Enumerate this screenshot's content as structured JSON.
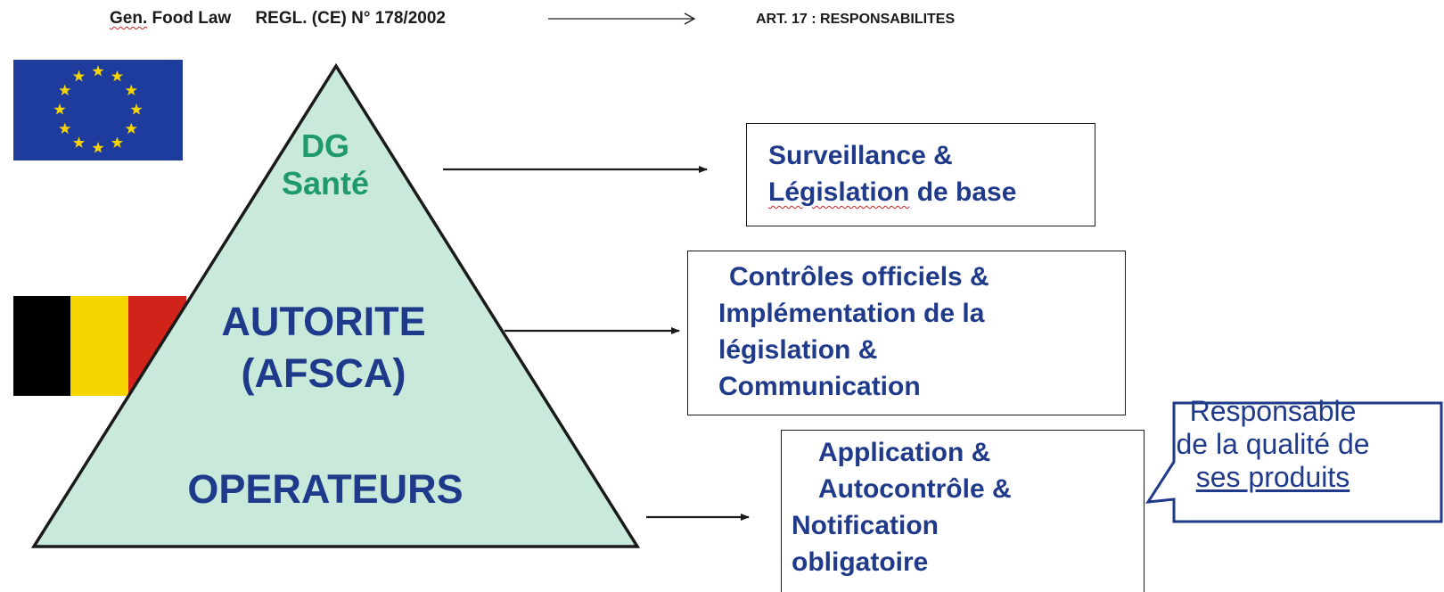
{
  "header": {
    "gen": "Gen.",
    "food_law": "Food Law",
    "regulation": "REGL. (CE) N° 178/2002",
    "article": "ART. 17 : RESPONSABILITES"
  },
  "flags": {
    "eu": {
      "name": "eu-flag",
      "colors": {
        "background": "#1d3c9e",
        "stars": "#f5d400"
      }
    },
    "belgium": {
      "name": "belgium-flag",
      "colors": [
        "#000000",
        "#f5d400",
        "#d0241b"
      ]
    }
  },
  "pyramid": {
    "fill": "#c9eadb",
    "stroke": "#1a1a1a",
    "levels": {
      "top": [
        "DG",
        "Santé"
      ],
      "middle": [
        "AUTORITE",
        "(AFSCA)"
      ],
      "bottom": "OPERATEURS"
    }
  },
  "boxes": {
    "surveillance": {
      "line1": "Surveillance &",
      "line2_a": "Législation",
      "line2_b": " de base"
    },
    "controles": {
      "lines": [
        "Contrôles officiels &",
        "Implémentation de la",
        "législation &",
        "Communication"
      ]
    },
    "application": {
      "lines": [
        "Application &",
        "Autocontrôle &",
        "Notification",
        "obligatoire"
      ]
    }
  },
  "callout": {
    "lines": [
      "Responsable",
      "de la qualité de",
      "ses produits"
    ]
  },
  "colors": {
    "navy_text": "#1f3a8a",
    "green_text": "#1f9a6a",
    "callout_border": "#1f3a8a"
  }
}
